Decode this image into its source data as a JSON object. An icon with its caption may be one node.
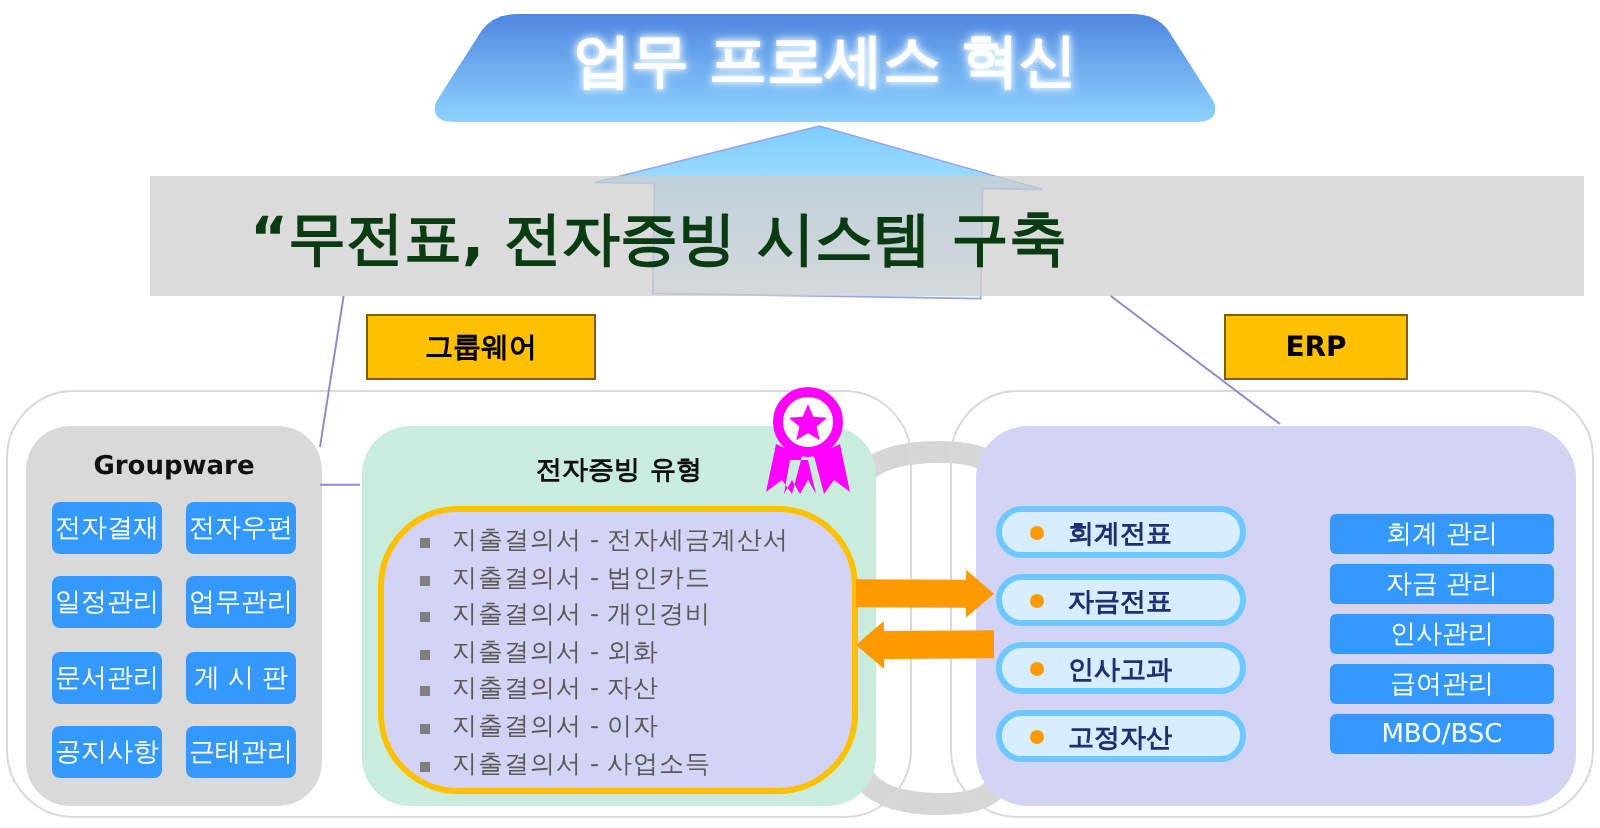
{
  "diagram": {
    "nodes": [
      {
        "text": [
          "업무 프로세스 혁신"
        ]
      },
      {
        "text": [
          "“무전표, 전자증빙 시스템 구축"
        ]
      },
      {
        "text": [
          "그룹웨어"
        ]
      },
      {
        "text": [
          "ERP"
        ]
      },
      {
        "text": [],
        "shape": "box"
      },
      {
        "text": [
          "Groupware"
        ],
        "in": 4
      },
      {
        "text": [
          "전자결재"
        ],
        "in": 5
      },
      {
        "text": [
          "전자우편"
        ],
        "in": 5
      },
      {
        "text": [
          "일정관리"
        ],
        "in": 5
      },
      {
        "text": [
          "업무관리"
        ],
        "in": 5
      },
      {
        "text": [
          "문서관리"
        ],
        "in": 5
      },
      {
        "text": [
          "게 시 판"
        ],
        "in": 5
      },
      {
        "text": [
          "공지사항"
        ],
        "in": 5
      },
      {
        "text": [
          "근태관리"
        ],
        "in": 5
      },
      {
        "text": [
          "전자증빙 유형"
        ],
        "in": 4
      },
      {
        "text": [
          "지출결의서 - 전자세금계산서",
          "지출결의서 - 법인카드",
          "지출결의서 - 개인경비",
          "지출결의서 - 외화",
          "지출결의서 - 자산",
          "지출결의서 - 이자",
          "지출결의서 - 사업소득"
        ],
        "in": 14
      },
      {
        "text": [],
        "shape": "box"
      },
      {
        "text": [],
        "shape": "box",
        "in": 16
      },
      {
        "text": [
          "회계전표"
        ],
        "in": 17
      },
      {
        "text": [
          "자금전표"
        ],
        "in": 17
      },
      {
        "text": [
          "인사고과"
        ],
        "in": 17
      },
      {
        "text": [
          "고정자산"
        ],
        "in": 17
      },
      {
        "text": [
          "회계 관리"
        ],
        "in": 17
      },
      {
        "text": [
          "자금 관리"
        ],
        "in": 17
      },
      {
        "text": [
          "인사관리"
        ],
        "in": 17
      },
      {
        "text": [
          "급여관리"
        ],
        "in": 17
      },
      {
        "text": [
          "MBO/BSC"
        ],
        "in": 17
      }
    ],
    "edges": [
      {
        "from": 1,
        "to": 0,
        "arrow": "to",
        "style": "thick",
        "color": "#8fd6ff"
      },
      {
        "from": 1,
        "to": 5,
        "arrow": "none"
      },
      {
        "from": 1,
        "to": 17,
        "arrow": "none"
      },
      {
        "from": 5,
        "to": 14,
        "arrow": "none"
      },
      {
        "from": 15,
        "to": 19,
        "arrow": "to",
        "style": "thick",
        "color": "#ff9900"
      },
      {
        "from": 20,
        "to": 15,
        "arrow": "to",
        "style": "thick",
        "color": "#ff9900"
      }
    ]
  }
}
